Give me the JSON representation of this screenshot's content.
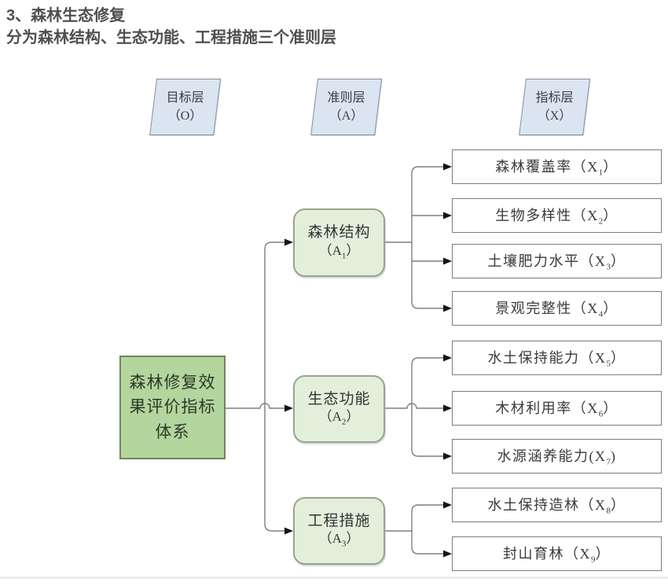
{
  "page": {
    "title": "3、森林生态修复",
    "subtitle": "分为森林结构、生态功能、工程措施三个准则层"
  },
  "diagram": {
    "layer_headers": [
      {
        "name": "目标层",
        "code": "（O）"
      },
      {
        "name": "准则层",
        "code": "（A）"
      },
      {
        "name": "指标层",
        "code": "（X）"
      }
    ],
    "goal": {
      "name": "森林修复效果评价指标体系"
    },
    "criteria": [
      {
        "name": "森林结构",
        "open": "（",
        "code": "A",
        "sub": "1",
        "close": "）"
      },
      {
        "name": "生态功能",
        "open": "（",
        "code": "A",
        "sub": "2",
        "close": "）"
      },
      {
        "name": "工程措施",
        "open": "（",
        "code": "A",
        "sub": "3",
        "close": "）"
      }
    ],
    "indicators": [
      {
        "name": "森林覆盖率",
        "open": "（",
        "code": "X",
        "sub": "1",
        "close": "）"
      },
      {
        "name": "生物多样性",
        "open": "（",
        "code": "X",
        "sub": "2",
        "close": "）"
      },
      {
        "name": "土壤肥力水平",
        "open": "（",
        "code": "X",
        "sub": "3",
        "close": "）"
      },
      {
        "name": "景观完整性",
        "open": "（",
        "code": "X",
        "sub": "4",
        "close": "）"
      },
      {
        "name": "水土保持能力",
        "open": "（",
        "code": "X",
        "sub": "5",
        "close": "）"
      },
      {
        "name": "木材利用率",
        "open": "（",
        "code": "X",
        "sub": "6",
        "close": "）"
      },
      {
        "name": "水源涵养能力",
        "open": "(",
        "code": "X",
        "sub": "7",
        "close": ")"
      },
      {
        "name": "水土保持造林",
        "open": "（",
        "code": "X",
        "sub": "8",
        "close": "）"
      },
      {
        "name": "封山育林",
        "open": "（",
        "code": "X",
        "sub": "9",
        "close": "）"
      }
    ],
    "colors": {
      "header_fill": "#dbe5f1",
      "header_border": "#85909e",
      "goal_fill": "#b3d59e",
      "goal_border": "#6f855c",
      "criteria_fill": "#e4efdb",
      "criteria_border": "#96a58b",
      "indicator_fill": "#ffffff",
      "indicator_border": "#7c7c7c",
      "line": "#7f7f7f",
      "arrow": "#141414",
      "title_text": "#4f4f4f"
    }
  }
}
